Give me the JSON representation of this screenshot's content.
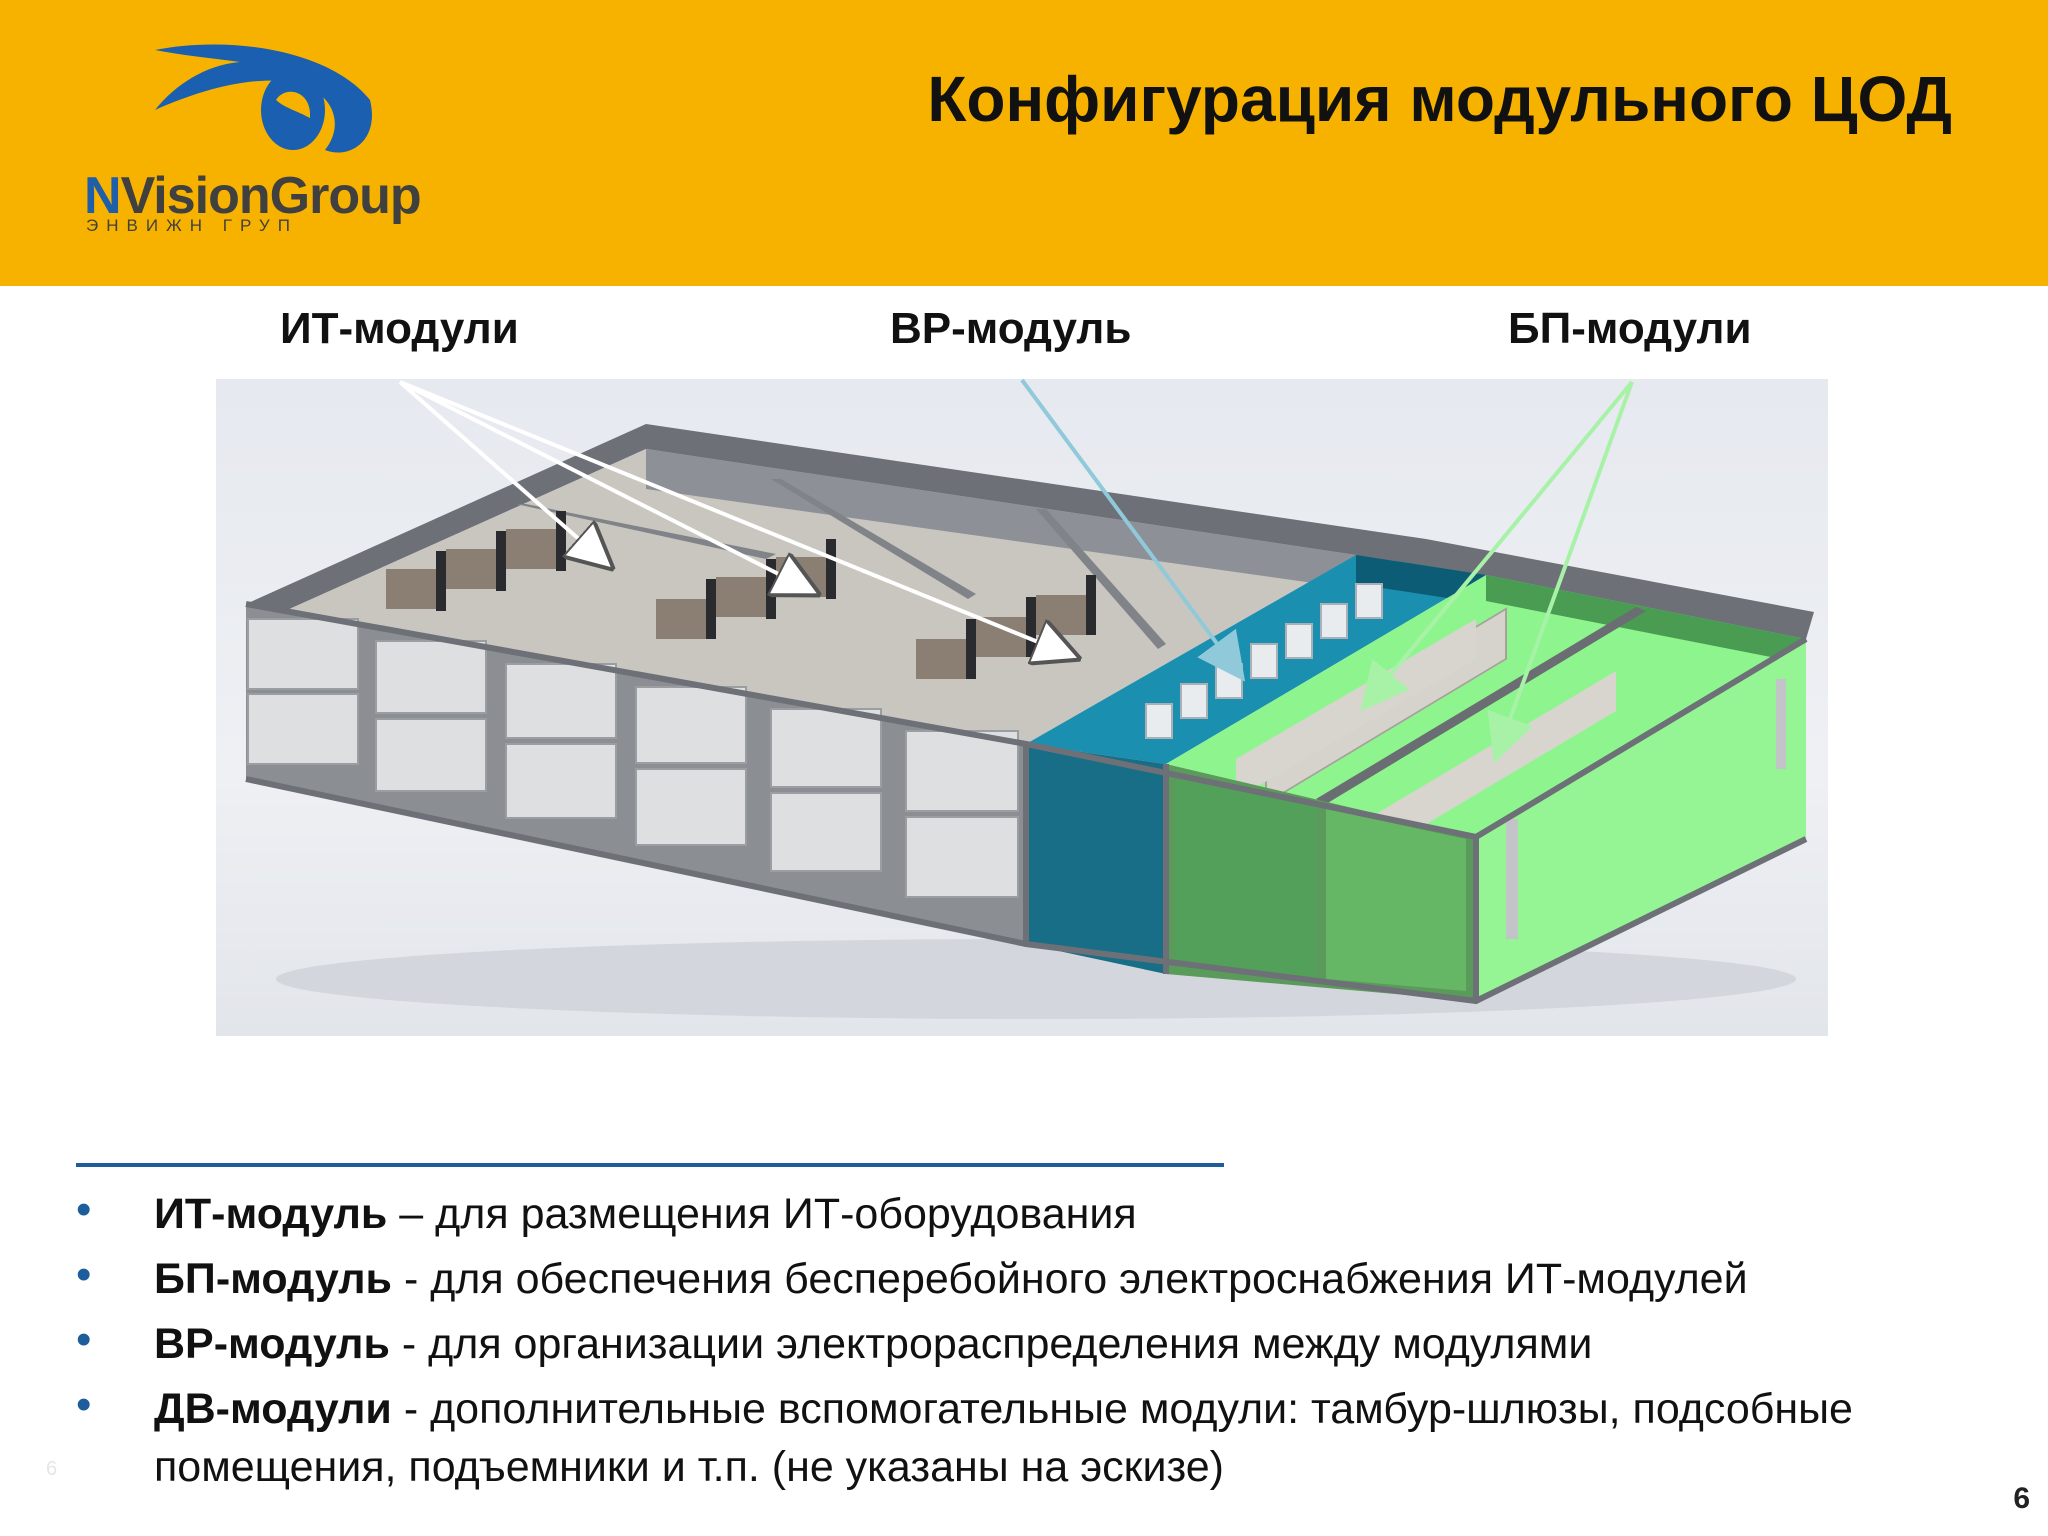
{
  "header": {
    "logo_text_first": "N",
    "logo_text_rest": "VisionGroup",
    "logo_subtext": "ЭНВИЖН ГРУП",
    "title": "Конфигурация модульного ЦОД",
    "color": "#f7b200"
  },
  "labels": {
    "it": "ИТ-модули",
    "vr": "ВР-модуль",
    "bp": "БП-модули"
  },
  "bullets": [
    {
      "term": "ИТ-модуль",
      "text": " – для размещения ИТ-оборудования"
    },
    {
      "term": "БП-модуль",
      "text": " - для обеспечения бесперебойного электроснабжения ИТ-модулей"
    },
    {
      "term": "ВР-модуль",
      "text": " - для организации электрораспределения между модулями"
    },
    {
      "term": "ДВ-модули",
      "text": " - дополнительные вспомогательные модули: тамбур-шлюзы, подсобные помещения, подъемники и т.п. (не указаны на эскизе)"
    }
  ],
  "bullet_glyph": "•",
  "footer": {
    "corner_number": "6",
    "page_number": "6"
  },
  "colors": {
    "accent_blue": "#1d5d9c",
    "vr_module": "#1a8fb0",
    "bp_module": "#8ef58e"
  }
}
